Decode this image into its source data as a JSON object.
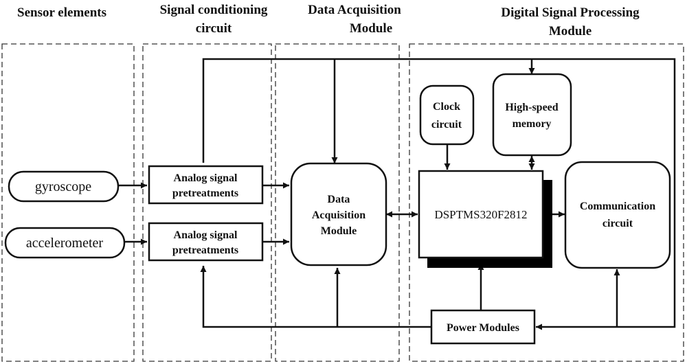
{
  "headers": {
    "sensor": "Sensor elements",
    "signal_line1": "Signal conditioning",
    "signal_line2": "circuit",
    "data_acq_line1": "Data Acquisition",
    "data_acq_line2": "Module",
    "dsp_line1": "Digital Signal Processing",
    "dsp_line2": "Module"
  },
  "sensors": {
    "gyroscope": "gyroscope",
    "accelerometer": "accelerometer"
  },
  "pretreatment": {
    "line1": "Analog signal",
    "line2": "pretreatments"
  },
  "data_acquisition": {
    "line1": "Data",
    "line2": "Acquisition",
    "line3": "Module"
  },
  "clock": {
    "line1": "Clock",
    "line2": "circuit"
  },
  "memory": {
    "line1": "High-speed",
    "line2": "memory"
  },
  "dsp": {
    "label": "DSPTMS320F2812"
  },
  "communication": {
    "line1": "Communication",
    "line2": "circuit"
  },
  "power": {
    "label": "Power Modules"
  }
}
